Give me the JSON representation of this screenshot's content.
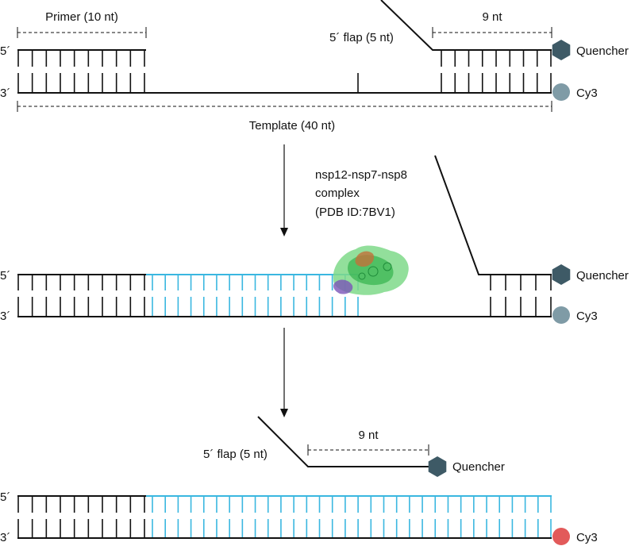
{
  "colors": {
    "strand": "#111111",
    "synthesized": "#3ab7e0",
    "quencher": "#3e5a66",
    "cy3_quenched": "#7f9ba6",
    "cy3_active": "#e25a5a",
    "protein": "#4cc46a"
  },
  "panel1": {
    "label_5prime": "5´",
    "label_3prime": "3´",
    "primer_label": "Primer (10 nt)",
    "nt9_label": "9 nt",
    "flap_label": "5´ flap (5 nt)",
    "quencher_label": "Quencher",
    "cy3_label": "Cy3",
    "template_label": "Template (40 nt)"
  },
  "panel2": {
    "label_5prime": "5´",
    "label_3prime": "3´",
    "complex_line1": "nsp12-nsp7-nsp8",
    "complex_line2": "complex",
    "complex_line3": "(PDB ID:7BV1)",
    "quencher_label": "Quencher",
    "cy3_label": "Cy3"
  },
  "panel3": {
    "label_5prime": "5´",
    "label_3prime": "3´",
    "flap_label": "5´ flap (5 nt)",
    "nt9_label": "9 nt",
    "quencher_label": "Quencher",
    "cy3_label": "Cy3"
  },
  "icons": {
    "quencher": "hexagon",
    "cy3": "circle",
    "complex": "protein-structure"
  }
}
